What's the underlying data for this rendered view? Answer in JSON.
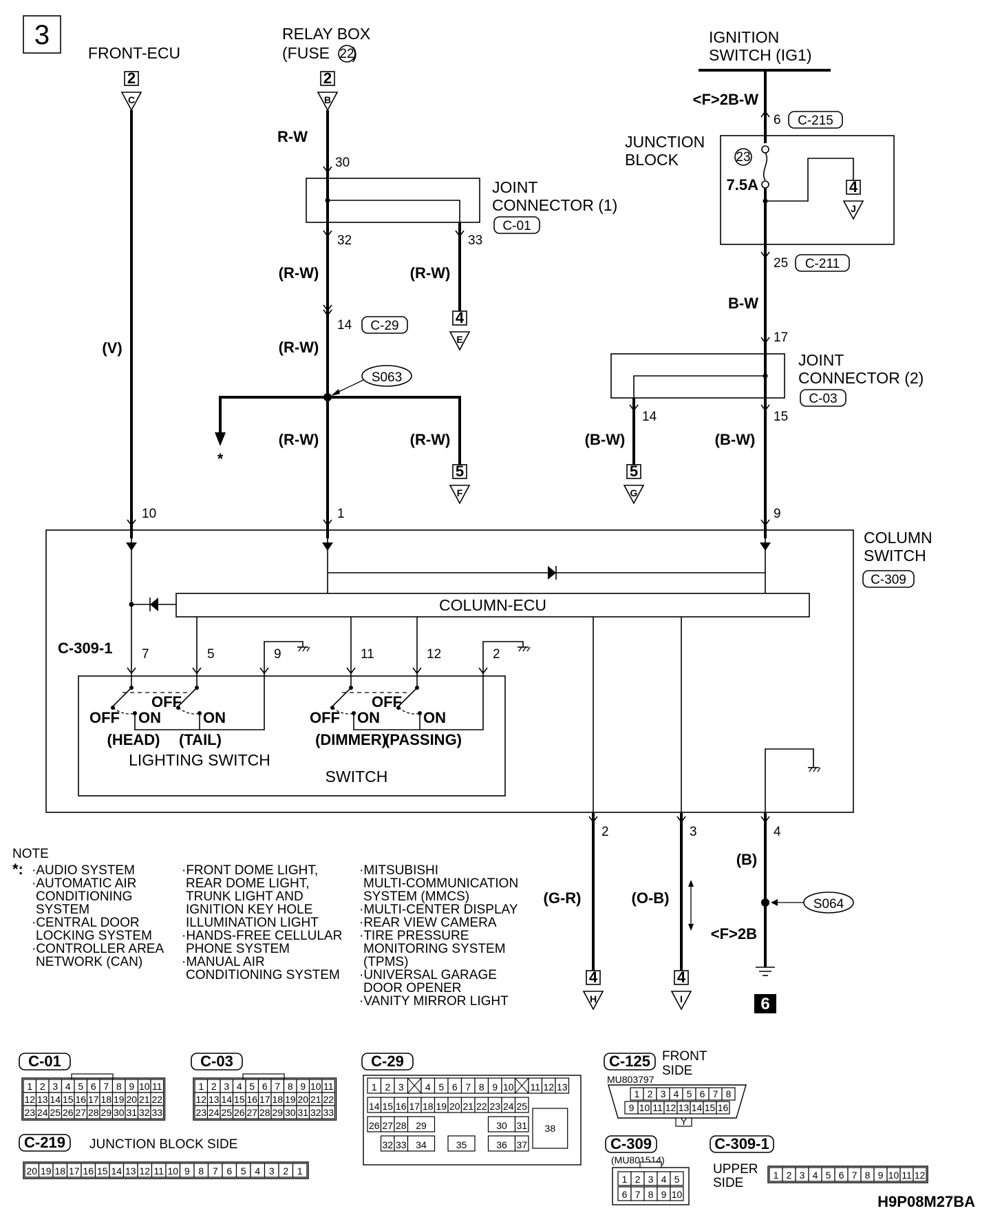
{
  "page_number": "3",
  "source": {
    "front_ecu": {
      "label": "FRONT-ECU",
      "terminal": "2",
      "connector": "C"
    },
    "relay_box": {
      "line1": "RELAY BOX",
      "line2_prefix": "(FUSE ",
      "fuse": "22",
      "line2_suffix": ")",
      "terminal": "2",
      "connector": "B"
    },
    "ignition": {
      "line1": "IGNITION",
      "line2": "SWITCH (IG1)"
    }
  },
  "wires": {
    "ig_top": "<F>2B-W",
    "relay_top": "R-W",
    "v": "(V)",
    "rw": "(R-W)",
    "bw_paren": "(B-W)",
    "bw": "B-W",
    "gr": "(G-R)",
    "ob": "(O-B)",
    "b": "(B)",
    "f2b": "<F>2B"
  },
  "junction_block": {
    "line1": "JUNCTION",
    "line2": "BLOCK",
    "fuse": "23",
    "amps": "7.5A",
    "in_pin": "6",
    "in_conn": "C-215",
    "out_pin": "25",
    "out_conn": "C-211",
    "branch_terminal": "4",
    "branch_connector": "J"
  },
  "joint1": {
    "line1": "JOINT",
    "line2": "CONNECTOR (1)",
    "conn": "C-01",
    "pin_in": "30",
    "pin_out1": "32",
    "pin_out2": "33"
  },
  "joint2": {
    "line1": "JOINT",
    "line2": "CONNECTOR (2)",
    "conn": "C-03",
    "pin_in": "17",
    "pin_out1": "14",
    "pin_out2": "15"
  },
  "relay_pin14": "14",
  "relay_conn14": "C-29",
  "splices": {
    "s063": "S063",
    "s064": "S064"
  },
  "asterisk": "*",
  "off_page": [
    {
      "id": "E",
      "num": "4"
    },
    {
      "id": "F",
      "num": "5"
    },
    {
      "id": "G",
      "num": "5"
    },
    {
      "id": "H",
      "num": "4"
    },
    {
      "id": "I",
      "num": "4"
    }
  ],
  "ground_ref": "6",
  "column_switch": {
    "line1": "COLUMN",
    "line2": "SWITCH",
    "conn": "C-309",
    "ecu": "COLUMN-ECU",
    "sub_conn": "C-309-1",
    "pins_in": [
      "10",
      "1",
      "9"
    ],
    "pins_lower": [
      "7",
      "5",
      "9",
      "11",
      "12",
      "2"
    ],
    "pins_out": [
      "2",
      "3",
      "4"
    ],
    "lighting_label": "LIGHTING SWITCH",
    "switch_label": "SWITCH",
    "off": "OFF",
    "on": "ON",
    "head": "(HEAD)",
    "tail": "(TAIL)",
    "dimmer": "(DIMMER)",
    "passing": "(PASSING)"
  },
  "note": {
    "title": "NOTE",
    "star": "*:",
    "col1": [
      "·AUDIO SYSTEM",
      "·AUTOMATIC AIR",
      "CONDITIONING",
      "SYSTEM",
      "·CENTRAL DOOR",
      "LOCKING SYSTEM",
      "·CONTROLLER AREA",
      "NETWORK (CAN)"
    ],
    "col2": [
      "·FRONT DOME LIGHT,",
      "REAR DOME LIGHT,",
      "TRUNK LIGHT AND",
      "IGNITION KEY HOLE",
      "ILLUMINATION LIGHT",
      "·HANDS-FREE CELLULAR",
      "PHONE SYSTEM",
      "·MANUAL AIR",
      "CONDITIONING SYSTEM"
    ],
    "col3": [
      "·MITSUBISHI",
      "MULTI-COMMUNICATION",
      "SYSTEM (MMCS)",
      "·MULTI-CENTER DISPLAY",
      "·REAR VIEW CAMERA",
      "·TIRE PRESSURE",
      "MONITORING SYSTEM",
      "(TPMS)",
      "·UNIVERSAL GARAGE",
      "DOOR OPENER",
      "·VANITY MIRROR LIGHT"
    ]
  },
  "connectors": {
    "c01": "C-01",
    "c03": "C-03",
    "c29": "C-29",
    "c125": "C-125",
    "c125_side1": "FRONT",
    "c125_side2": "SIDE",
    "c125_part": "MU803797",
    "c125_y": "Y",
    "c219": "C-219",
    "c219_side": "JUNCTION BLOCK SIDE",
    "c309": "C-309",
    "c309_part": "(MU801514)",
    "c3091": "C-309-1",
    "c3091_side1": "UPPER",
    "c3091_side2": "SIDE"
  },
  "figure_code": "H9P08M27BA"
}
